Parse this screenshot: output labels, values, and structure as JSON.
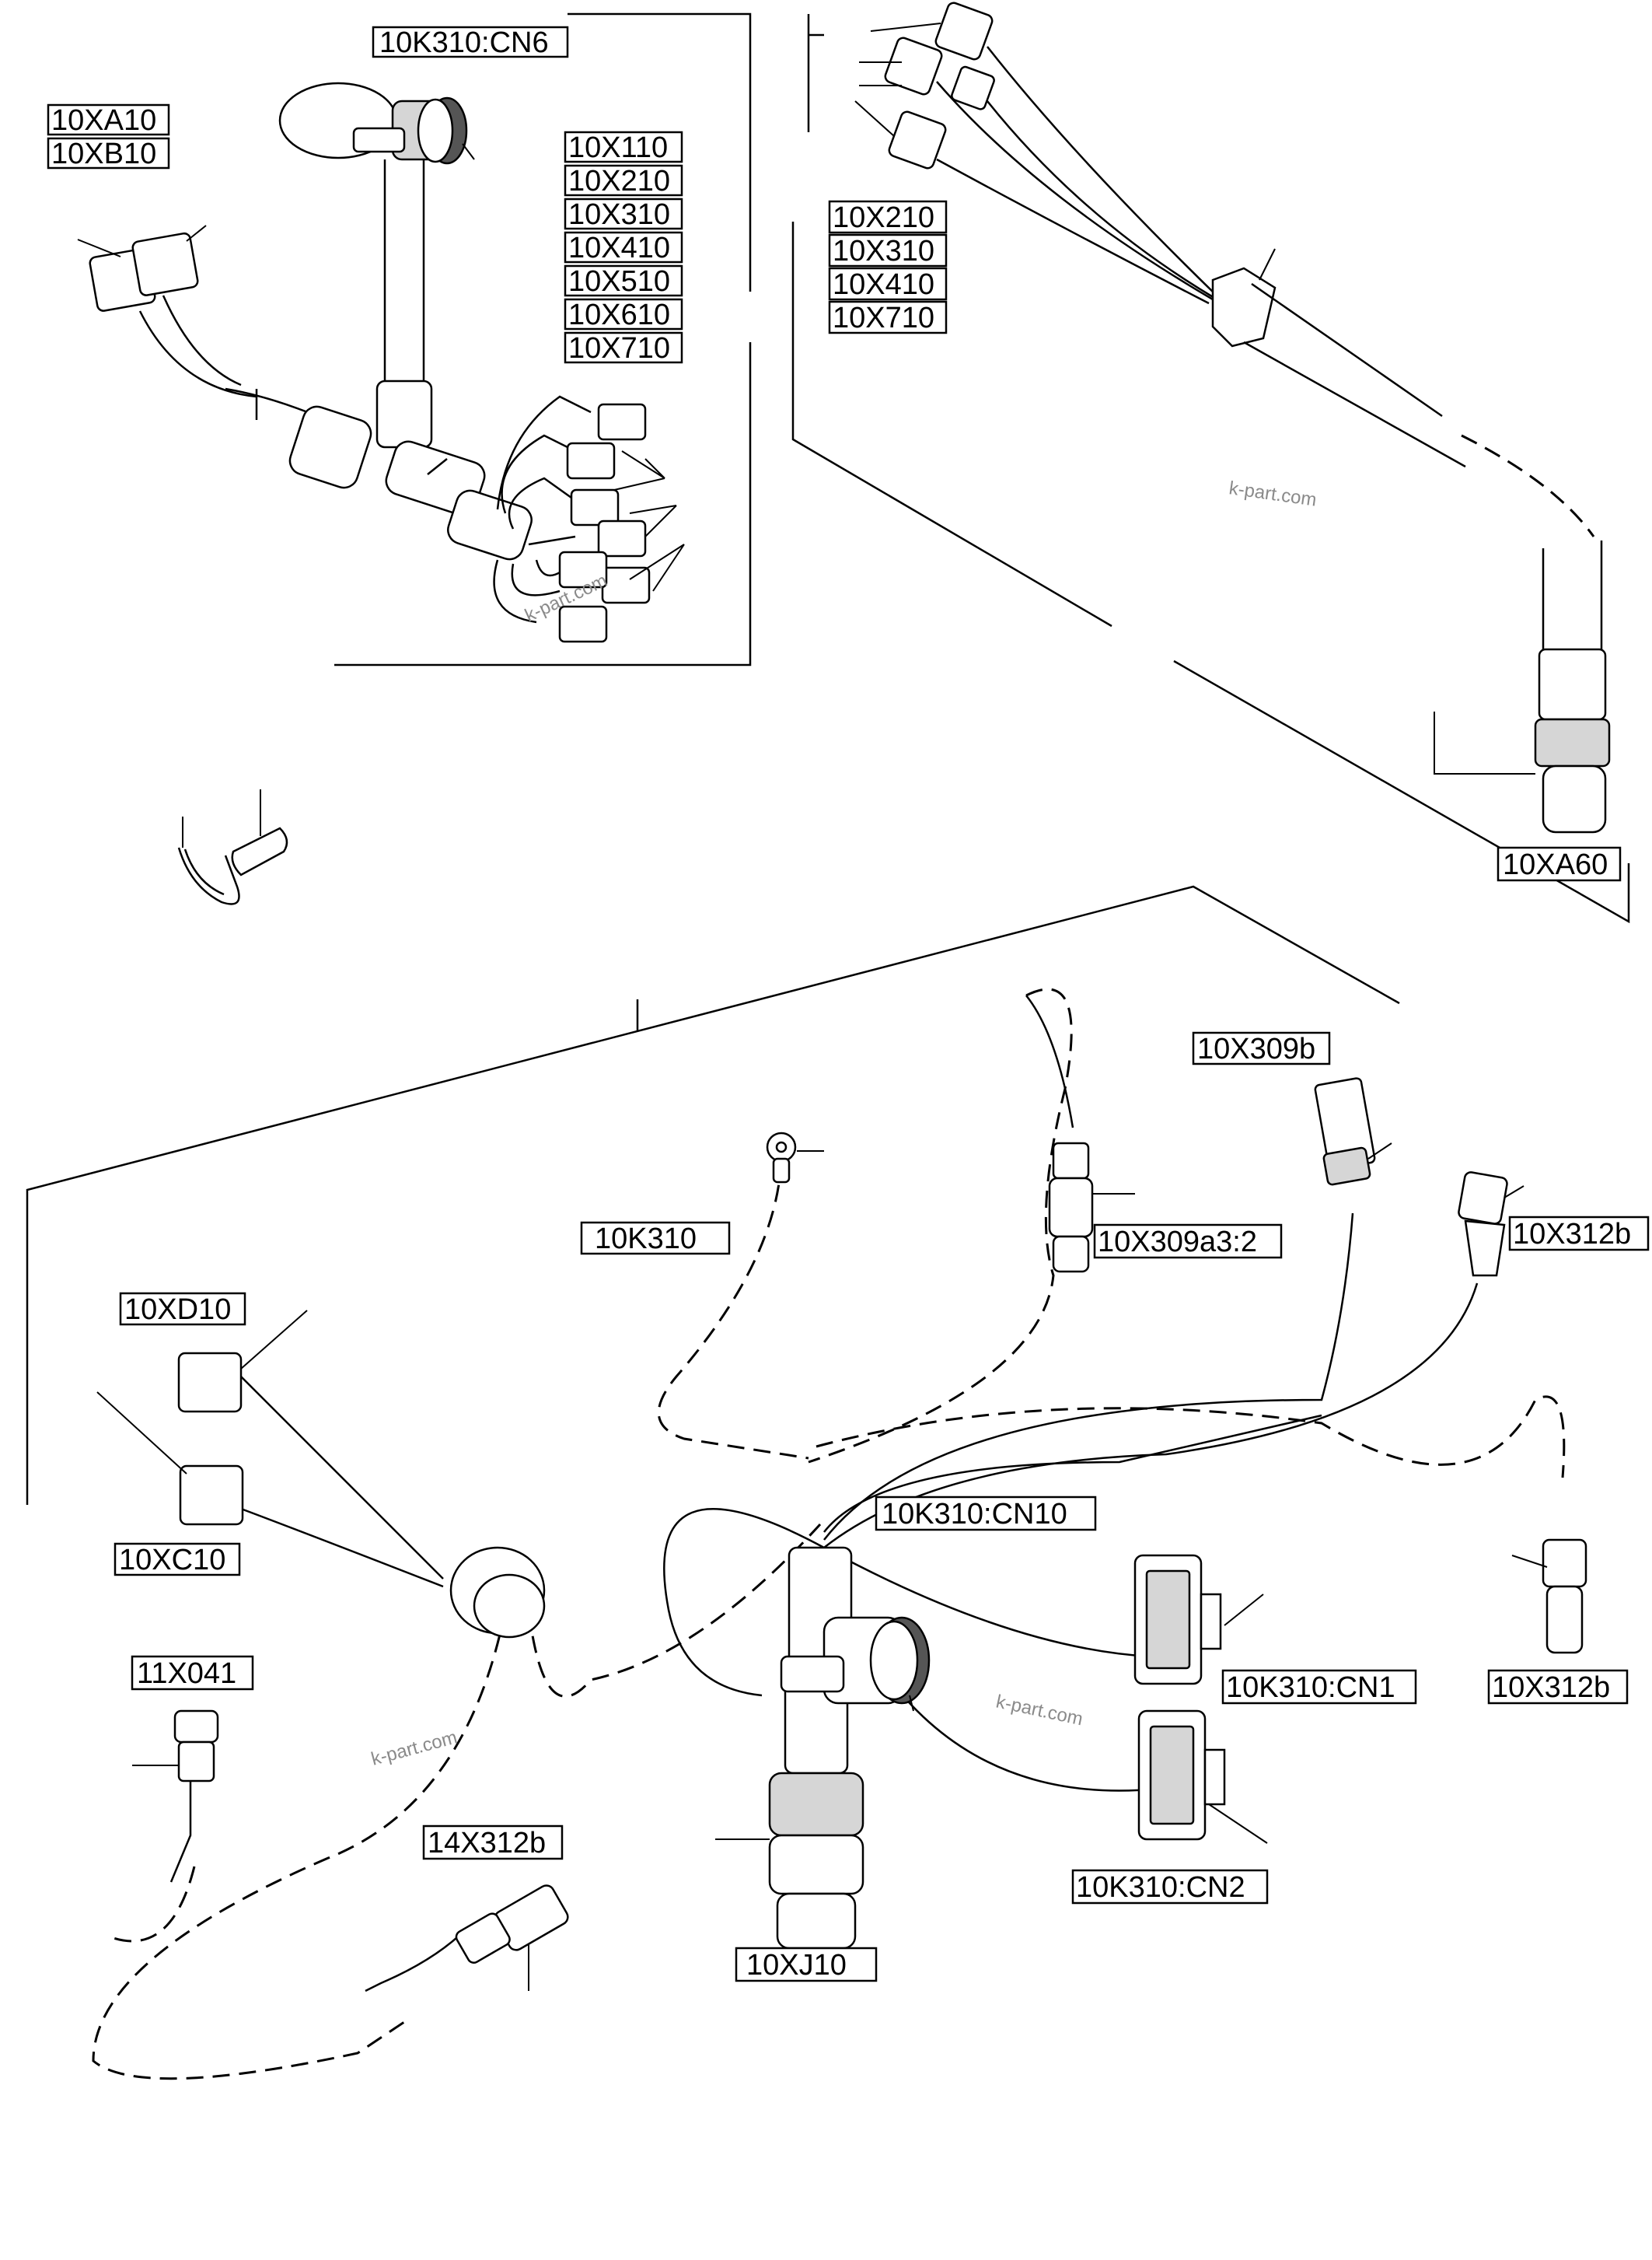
{
  "labels": {
    "k310_cn6": "10K310:CN6",
    "xa10": "10XA10",
    "xb10": "10XB10",
    "x110": "10X110",
    "x210": "10X210",
    "x310": "10X310",
    "x410": "10X410",
    "x510": "10X510",
    "x610": "10X610",
    "x710": "10X710",
    "tr_x210": "10X210",
    "tr_x310": "10X310",
    "tr_x410": "10X410",
    "tr_x710": "10X710",
    "xa60": "10XA60",
    "x309b": "10X309b",
    "k310": "10K310",
    "x309a3": "10X309a3:2",
    "x312b_top": "10X312b",
    "xd10": "10XD10",
    "xc10": "10XC10",
    "k310_cn10": "10K310:CN10",
    "k310_cn1": "10K310:CN1",
    "x312b_bottom": "10X312b",
    "x11_041": "11X041",
    "x14_312b": "14X312b",
    "k310_cn2": "10K310:CN2",
    "xj10": "10XJ10"
  },
  "watermarks": [
    "k-part.com",
    "k-part.com",
    "k-part.com",
    "k-part.com"
  ],
  "icons": [
    "harness-connector-icon",
    "cable-tie-icon",
    "ring-terminal-icon"
  ]
}
